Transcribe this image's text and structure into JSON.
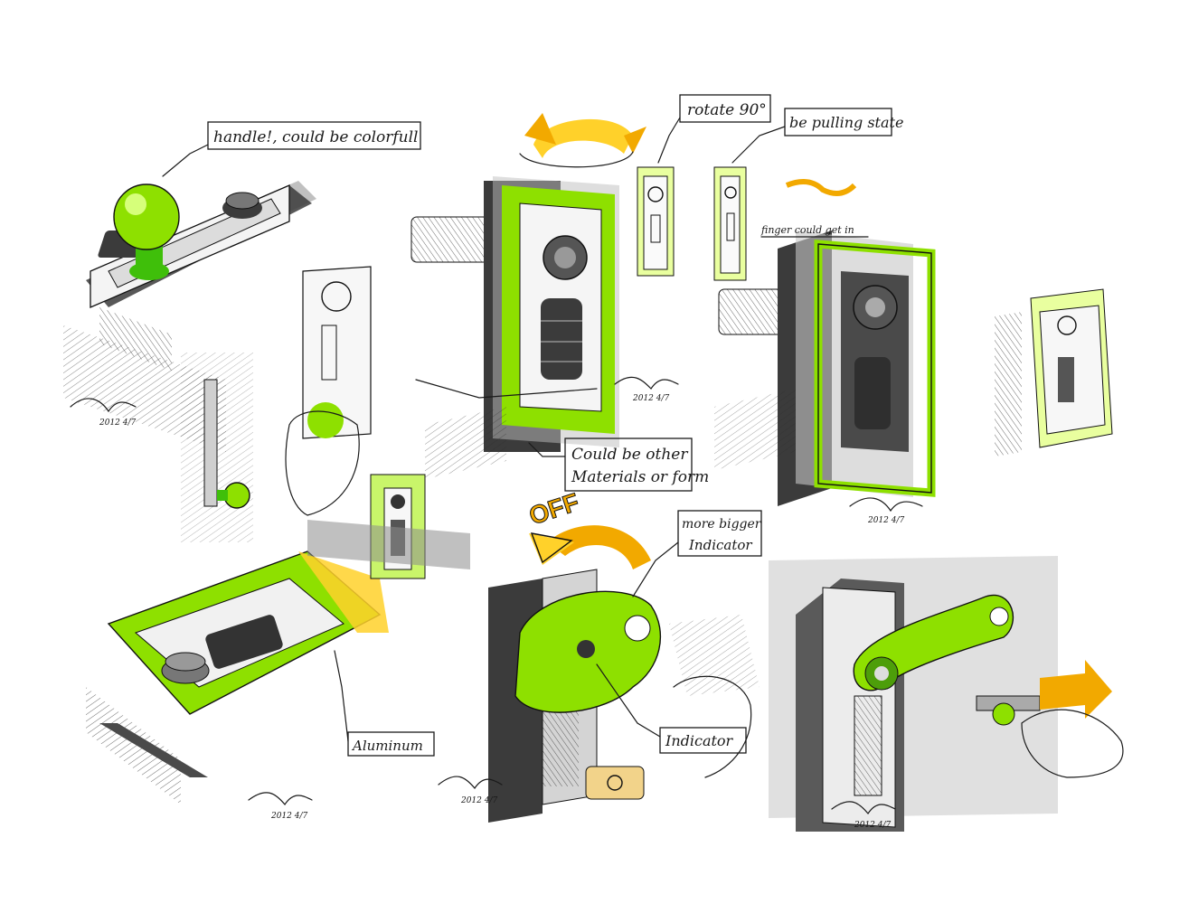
{
  "annotations": {
    "handle_note": "handle!, could be colorfull",
    "rotate_note": "rotate 90°",
    "pulling_note": "be pulling state",
    "finger_note": "finger could get in",
    "materials_line1": "Could be other",
    "materials_line2": "Materials or form",
    "off_label": "OFF",
    "bigger_line1": "more bigger",
    "bigger_line2": "Indicator",
    "aluminum_note": "Aluminum",
    "indicator_note": "Indicator"
  },
  "signatures": {
    "sig1": "2012 4/7",
    "sig2": "2012 4/7",
    "sig3": "2012 4/7",
    "sig4": "2012 4/7",
    "sig5": "2012 4/7",
    "sig6": "2012 4/7"
  },
  "colors": {
    "lime": "#8ee000",
    "green": "#3fbf0a",
    "orange": "#f2a900",
    "yellow": "#ffd12a",
    "ink": "#1a1a1a",
    "marker_grey": "#8d8d8d"
  }
}
